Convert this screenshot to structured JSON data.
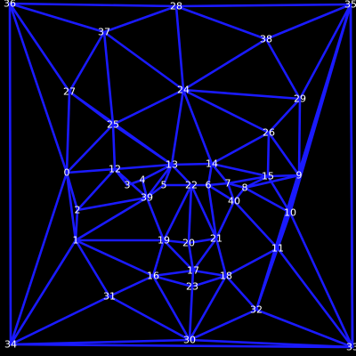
{
  "background_color": "#000000",
  "edge_color": "#1a1aff",
  "label_color": "#ffffff",
  "nodes": [
    {
      "id": "0",
      "label": "0"
    },
    {
      "id": "1",
      "label": "1"
    },
    {
      "id": "2",
      "label": "2"
    },
    {
      "id": "3",
      "label": "3"
    },
    {
      "id": "4",
      "label": "4"
    },
    {
      "id": "5",
      "label": "5"
    },
    {
      "id": "6",
      "label": "6"
    },
    {
      "id": "7",
      "label": "7"
    },
    {
      "id": "8",
      "label": "8"
    },
    {
      "id": "9",
      "label": "9"
    },
    {
      "id": "10",
      "label": "10"
    },
    {
      "id": "11",
      "label": "11"
    },
    {
      "id": "12",
      "label": "12"
    },
    {
      "id": "13",
      "label": "13"
    },
    {
      "id": "14",
      "label": "14"
    },
    {
      "id": "15",
      "label": "15"
    },
    {
      "id": "16",
      "label": "16"
    },
    {
      "id": "17",
      "label": "17"
    },
    {
      "id": "18",
      "label": "18"
    },
    {
      "id": "19",
      "label": "19"
    },
    {
      "id": "20",
      "label": "20"
    },
    {
      "id": "21",
      "label": "21"
    },
    {
      "id": "22",
      "label": "22"
    },
    {
      "id": "23",
      "label": "23"
    },
    {
      "id": "24",
      "label": "24"
    },
    {
      "id": "25",
      "label": "25"
    },
    {
      "id": "26",
      "label": "26"
    },
    {
      "id": "27",
      "label": "27"
    },
    {
      "id": "28",
      "label": "28"
    },
    {
      "id": "29",
      "label": "29"
    },
    {
      "id": "30",
      "label": "30"
    },
    {
      "id": "31",
      "label": "31"
    },
    {
      "id": "32",
      "label": "32"
    },
    {
      "id": "33",
      "label": "33"
    },
    {
      "id": "34",
      "label": "34"
    },
    {
      "id": "35",
      "label": "35"
    },
    {
      "id": "36",
      "label": "36"
    },
    {
      "id": "37",
      "label": "37"
    },
    {
      "id": "38",
      "label": "38"
    },
    {
      "id": "39",
      "label": "39"
    },
    {
      "id": "40",
      "label": "40"
    }
  ],
  "edges": [
    [
      "36",
      "28"
    ],
    [
      "28",
      "35"
    ],
    [
      "36",
      "34"
    ],
    [
      "35",
      "33"
    ],
    [
      "34",
      "33"
    ],
    [
      "36",
      "37"
    ],
    [
      "36",
      "27"
    ],
    [
      "36",
      "0"
    ],
    [
      "37",
      "28"
    ],
    [
      "28",
      "38"
    ],
    [
      "28",
      "24"
    ],
    [
      "35",
      "38"
    ],
    [
      "35",
      "29"
    ],
    [
      "35",
      "9"
    ],
    [
      "35",
      "10"
    ],
    [
      "35",
      "11"
    ],
    [
      "35",
      "32"
    ],
    [
      "35",
      "33"
    ],
    [
      "37",
      "27"
    ],
    [
      "37",
      "25"
    ],
    [
      "37",
      "24"
    ],
    [
      "38",
      "24"
    ],
    [
      "38",
      "29"
    ],
    [
      "27",
      "0"
    ],
    [
      "27",
      "25"
    ],
    [
      "27",
      "13"
    ],
    [
      "25",
      "24"
    ],
    [
      "25",
      "0"
    ],
    [
      "25",
      "12"
    ],
    [
      "25",
      "13"
    ],
    [
      "24",
      "13"
    ],
    [
      "24",
      "14"
    ],
    [
      "24",
      "29"
    ],
    [
      "24",
      "26"
    ],
    [
      "29",
      "26"
    ],
    [
      "29",
      "9"
    ],
    [
      "26",
      "14"
    ],
    [
      "26",
      "15"
    ],
    [
      "26",
      "9"
    ],
    [
      "14",
      "13"
    ],
    [
      "14",
      "15"
    ],
    [
      "14",
      "6"
    ],
    [
      "14",
      "7"
    ],
    [
      "15",
      "9"
    ],
    [
      "15",
      "7"
    ],
    [
      "15",
      "8"
    ],
    [
      "15",
      "10"
    ],
    [
      "9",
      "10"
    ],
    [
      "9",
      "8"
    ],
    [
      "0",
      "12"
    ],
    [
      "0",
      "2"
    ],
    [
      "0",
      "1"
    ],
    [
      "0",
      "34"
    ],
    [
      "12",
      "13"
    ],
    [
      "12",
      "3"
    ],
    [
      "12",
      "2"
    ],
    [
      "12",
      "39"
    ],
    [
      "3",
      "4"
    ],
    [
      "4",
      "13"
    ],
    [
      "4",
      "39"
    ],
    [
      "13",
      "39"
    ],
    [
      "13",
      "5"
    ],
    [
      "13",
      "22"
    ],
    [
      "2",
      "39"
    ],
    [
      "2",
      "1"
    ],
    [
      "1",
      "39"
    ],
    [
      "1",
      "19"
    ],
    [
      "1",
      "31"
    ],
    [
      "1",
      "16"
    ],
    [
      "1",
      "34"
    ],
    [
      "39",
      "19"
    ],
    [
      "39",
      "5"
    ],
    [
      "5",
      "22"
    ],
    [
      "22",
      "6"
    ],
    [
      "22",
      "19"
    ],
    [
      "22",
      "20"
    ],
    [
      "22",
      "21"
    ],
    [
      "6",
      "7"
    ],
    [
      "6",
      "21"
    ],
    [
      "6",
      "40"
    ],
    [
      "7",
      "8"
    ],
    [
      "7",
      "40"
    ],
    [
      "8",
      "40"
    ],
    [
      "8",
      "10"
    ],
    [
      "40",
      "21"
    ],
    [
      "40",
      "11"
    ],
    [
      "10",
      "11"
    ],
    [
      "10",
      "33"
    ],
    [
      "11",
      "18"
    ],
    [
      "11",
      "32"
    ],
    [
      "11",
      "33"
    ],
    [
      "21",
      "20"
    ],
    [
      "21",
      "17"
    ],
    [
      "21",
      "18"
    ],
    [
      "20",
      "19"
    ],
    [
      "20",
      "17"
    ],
    [
      "19",
      "16"
    ],
    [
      "19",
      "17"
    ],
    [
      "16",
      "17"
    ],
    [
      "16",
      "23"
    ],
    [
      "16",
      "31"
    ],
    [
      "16",
      "30"
    ],
    [
      "17",
      "23"
    ],
    [
      "17",
      "18"
    ],
    [
      "18",
      "23"
    ],
    [
      "18",
      "32"
    ],
    [
      "18",
      "30"
    ],
    [
      "23",
      "30"
    ],
    [
      "31",
      "34"
    ],
    [
      "31",
      "30"
    ],
    [
      "30",
      "34"
    ],
    [
      "30",
      "32"
    ],
    [
      "30",
      "33"
    ],
    [
      "32",
      "33"
    ]
  ]
}
